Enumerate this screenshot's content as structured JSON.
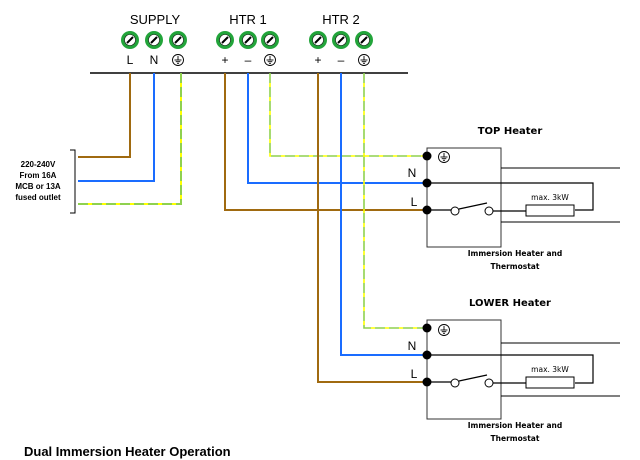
{
  "title": "Dual Immersion Heater Operation",
  "colors": {
    "live": "#a06a10",
    "neutral": "#1a6cff",
    "earth_green": "#8fd14f",
    "earth_yellow": "#ffff00",
    "terminal_green": "#22a43a",
    "line": "#000000"
  },
  "terminal_blocks": [
    {
      "name": "SUPPLY",
      "labels": [
        "L",
        "N",
        "⏚"
      ]
    },
    {
      "name": "HTR 1",
      "labels": [
        "+",
        "–",
        "⏚"
      ]
    },
    {
      "name": "HTR 2",
      "labels": [
        "+",
        "–",
        "⏚"
      ]
    }
  ],
  "supply_note": [
    "220-240V",
    "From 16A",
    "MCB or 13A",
    "fused outlet"
  ],
  "heaters": [
    {
      "title": "TOP Heater",
      "terminals": {
        "earth": "⏚",
        "neutral": "N",
        "live": "L"
      },
      "element_label": "max. 3kW",
      "caption": [
        "Immersion Heater and",
        "Thermostat"
      ]
    },
    {
      "title": "LOWER Heater",
      "terminals": {
        "earth": "⏚",
        "neutral": "N",
        "live": "L"
      },
      "element_label": "max. 3kW",
      "caption": [
        "Immersion Heater and",
        "Thermostat"
      ]
    }
  ]
}
